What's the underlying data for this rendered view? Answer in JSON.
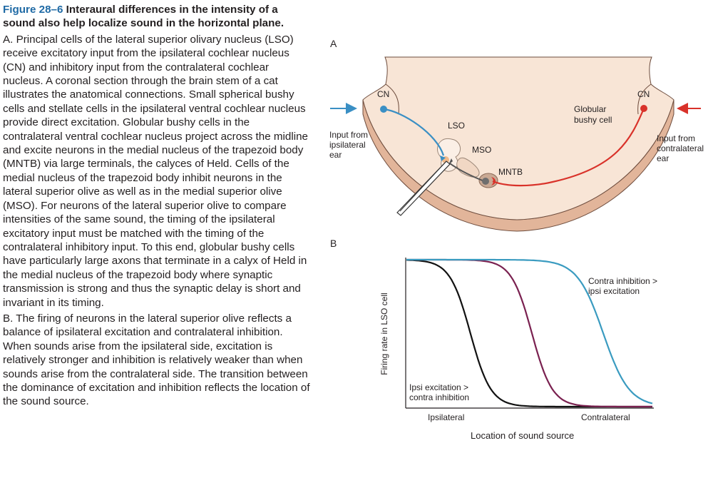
{
  "caption": {
    "figure_label": "Figure 28–6",
    "figure_title": "Interaural differences in the intensity of a sound also help localize sound in the horizontal plane.",
    "panel_a_text": "A. Principal cells of the lateral superior olivary nucleus (LSO) receive excitatory input from the ipsilateral cochlear nucleus (CN) and inhibitory input from the contralateral cochlear nucleus. A coronal section through the brain stem of a cat illustrates the anatomical connections. Small spherical bushy cells and stellate cells in the ipsilateral ventral cochlear nucleus provide direct excitation. Globular bushy cells in the contralateral ventral cochlear nucleus project across the midline and excite neurons in the medial nucleus of the trapezoid body (MNTB) via large terminals, the calyces of Held. Cells of the medial nucleus of the trapezoid body inhibit neurons in the lateral superior olive as well as in the medial superior olive (MSO). For neurons of the lateral superior olive to compare intensities of the same sound, the timing of the ipsilateral excitatory input must be matched with the timing of the contralateral inhibitory input. To this end, globular bushy cells have particularly large axons that terminate in a calyx of Held in the medial nucleus of the trapezoid body where synaptic transmission is strong and thus the synaptic delay is short and invariant in its timing.",
    "panel_b_text": "B. The firing of neurons in the lateral superior olive reflects a balance of ipsilateral excitation and contralateral inhibition. When sounds arise from the ipsilateral side, excitation is relatively stronger and inhibition is relatively weaker than when sounds arise from the contralateral side. The transition between the dominance of excitation and inhibition reflects the location of the sound source."
  },
  "panel_a": {
    "panel_letter": "A",
    "cn_left": "CN",
    "cn_right": "CN",
    "lso": "LSO",
    "mso": "MSO",
    "mntb": "MNTB",
    "globular_line1": "Globular",
    "globular_line2": "bushy cell",
    "input_ipsi_line1": "Input from",
    "input_ipsi_line2": "ipsilateral",
    "input_ipsi_line3": "ear",
    "input_contra_line1": "Input from",
    "input_contra_line2": "contralateral",
    "input_contra_line3": "ear",
    "colors": {
      "ipsi": "#3a8fc4",
      "contra": "#d9322a",
      "tissue": "#f8e5d6",
      "mntb_fill": "#c9a994"
    }
  },
  "panel_b": {
    "panel_letter": "B",
    "curve_label_top_line1": "Contra inhibition >",
    "curve_label_top_line2": "ipsi excitation",
    "curve_label_bottom_line1": "Ipsi excitation >",
    "curve_label_bottom_line2": "contra inhibition"
  },
  "chart_data": {
    "type": "line",
    "xlabel": "Location of sound source",
    "ylabel": "Firing rate in LSO cell",
    "tick_labels": [
      "Ipsilateral",
      "Contralateral"
    ],
    "xlim": [
      0,
      1
    ],
    "ylim": [
      0,
      1
    ],
    "grid": false,
    "series": [
      {
        "color": "#111111",
        "midpoint": 0.26,
        "steepness": 24,
        "x": [
          0,
          0.1,
          0.2,
          0.26,
          0.3,
          0.4,
          0.5,
          0.7,
          1.0
        ],
        "values": [
          0.98,
          0.94,
          0.76,
          0.5,
          0.32,
          0.08,
          0.02,
          0.005,
          0.0
        ]
      },
      {
        "color": "#7a2150",
        "midpoint": 0.51,
        "steepness": 24,
        "x": [
          0,
          0.2,
          0.4,
          0.51,
          0.6,
          0.7,
          0.8,
          1.0
        ],
        "values": [
          0.99,
          0.97,
          0.86,
          0.5,
          0.17,
          0.05,
          0.01,
          0.0
        ]
      },
      {
        "color": "#3a9bc0",
        "midpoint": 0.8,
        "steepness": 19,
        "x": [
          0,
          0.4,
          0.6,
          0.7,
          0.8,
          0.9,
          1.0
        ],
        "values": [
          1.0,
          0.99,
          0.97,
          0.87,
          0.5,
          0.13,
          0.04
        ]
      }
    ]
  }
}
